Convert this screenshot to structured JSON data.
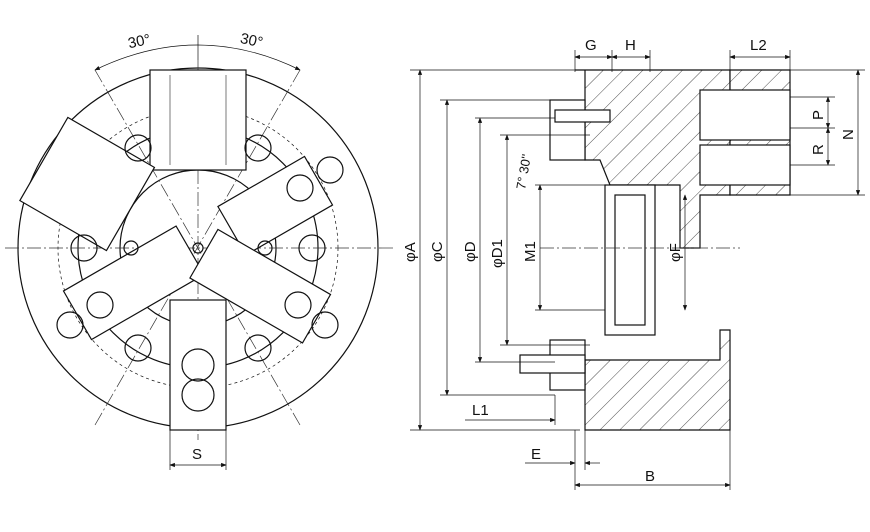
{
  "front_view": {
    "angle_left": "30°",
    "angle_right": "30°",
    "jaw_width": "S"
  },
  "side_view": {
    "diameters": {
      "A": "φA",
      "C": "φC",
      "D": "φD",
      "D1": "φD1",
      "M1": "M1",
      "F": "φF"
    },
    "top_dims": {
      "G": "G",
      "H": "H",
      "L2": "L2"
    },
    "right_dims": {
      "P": "P",
      "R": "R",
      "N": "N"
    },
    "bottom_dims": {
      "L1": "L1",
      "E": "E",
      "B": "B"
    },
    "taper_angle": "7° 30''"
  }
}
